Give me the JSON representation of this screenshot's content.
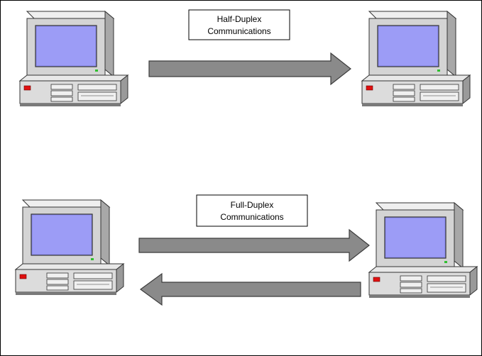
{
  "half_duplex": {
    "label_line1": "Half-Duplex",
    "label_line2": "Communications"
  },
  "full_duplex": {
    "label_line1": "Full-Duplex",
    "label_line2": "Communications"
  },
  "colors": {
    "screen": "#8f8ff0",
    "computer_body": "#dcdcdc",
    "arrow_fill": "#8a8a8a",
    "power_indicator": "#e01010"
  },
  "icons": [
    "computer-icon",
    "arrow-right-icon",
    "arrow-left-icon"
  ]
}
